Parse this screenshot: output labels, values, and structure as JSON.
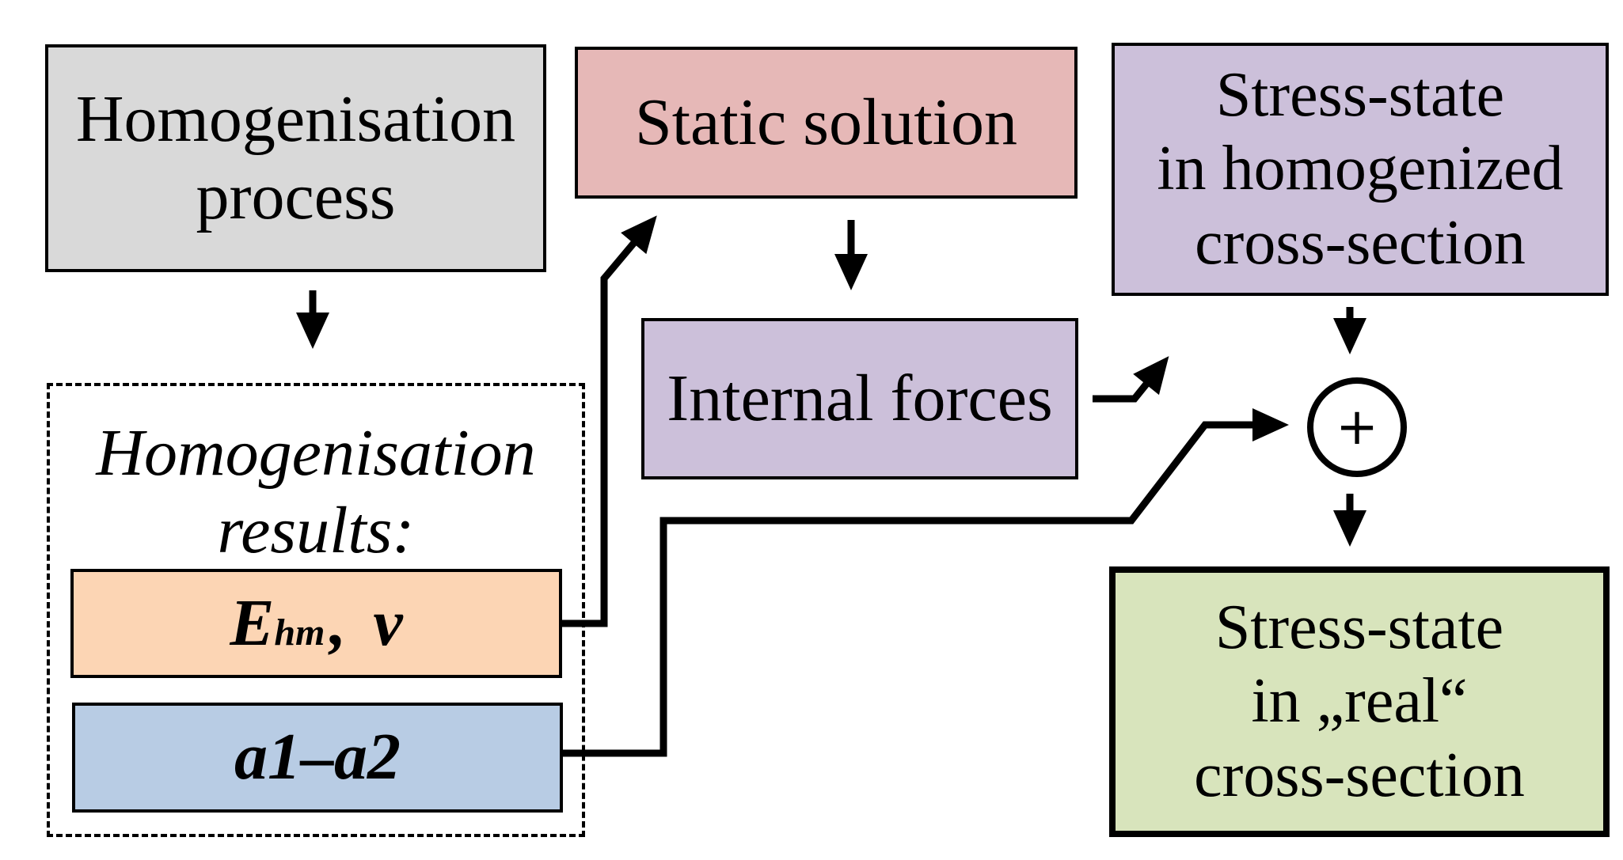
{
  "colors": {
    "homogenisation_process": "#d9d9d9",
    "static_solution": "#e6b8b7",
    "stress_state_homogenized": "#ccc0da",
    "internal_forces": "#ccc0da",
    "material_params": "#fcd5b4",
    "a1_a2": "#b8cce4",
    "stress_state_real": "#d8e4bc",
    "line": "#000000"
  },
  "nodes": {
    "homogenisation_process": {
      "line1": "Homogenisation",
      "line2": "process"
    },
    "static_solution": {
      "label": "Static solution"
    },
    "stress_state_homogenized": {
      "line1": "Stress-state",
      "line2": "in homogenized",
      "line3": "cross-section"
    },
    "internal_forces": {
      "label": "Internal forces"
    },
    "homogenisation_results": {
      "line1": "Homogenisation",
      "line2": "results:"
    },
    "material_params": {
      "symbol": "E",
      "subscript": "hm",
      "separator": ",",
      "nu": "ν"
    },
    "a1_a2": {
      "label": "a1–a2"
    },
    "sum": {
      "symbol": "+"
    },
    "stress_state_real": {
      "line1": "Stress-state",
      "line2": "in „real“",
      "line3": "cross-section"
    }
  }
}
